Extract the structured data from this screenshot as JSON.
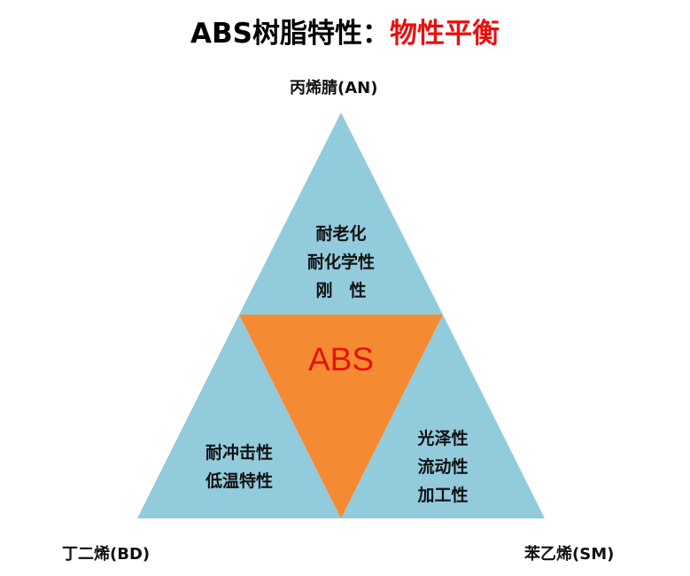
{
  "title": {
    "prefix": "ABS树脂特性：",
    "accent": "物性平衡"
  },
  "center": {
    "label": "ABS"
  },
  "vertices": {
    "top": "丙烯腈(AN)",
    "bottom_left": "丁二烯(BD)",
    "bottom_right": "苯乙烯(SM)"
  },
  "traits": {
    "top": [
      "耐老化",
      "耐化学性",
      "刚　性"
    ],
    "left": [
      "耐冲击性",
      "低温特性"
    ],
    "right": [
      "光泽性",
      "流动性",
      "加工性"
    ]
  },
  "colors": {
    "outer_triangle": "#92cbdc",
    "center_triangle": "#f48b32",
    "title_accent": "#e8110f",
    "center_text": "#e8110f"
  }
}
